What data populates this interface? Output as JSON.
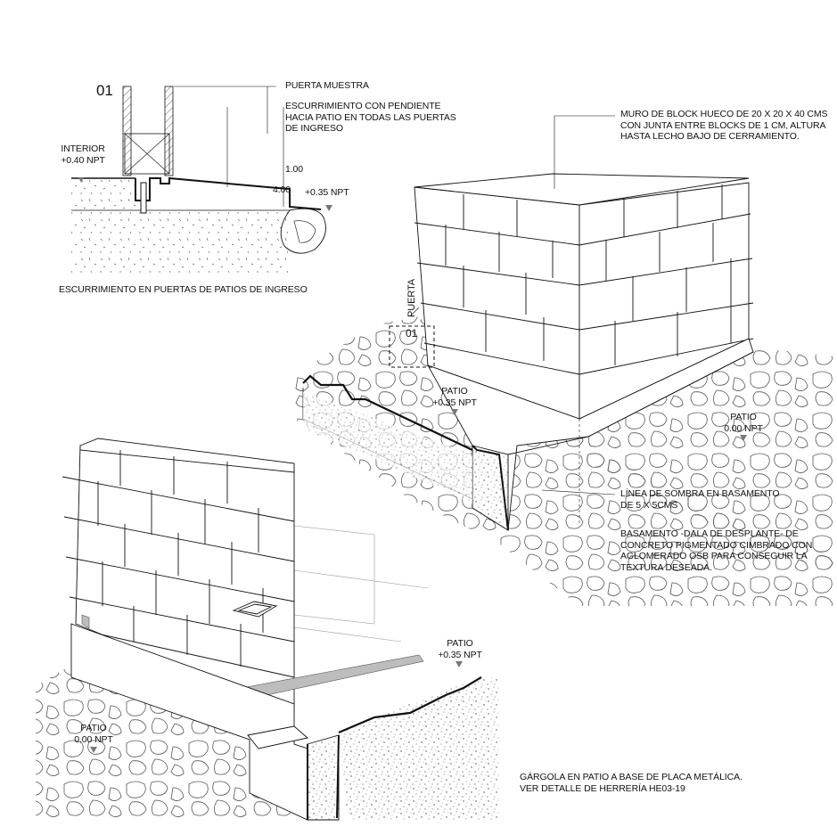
{
  "detail_01": {
    "number": "01",
    "door_label": "PUERTA MUESTRA",
    "slope_note": "ESCURRIMIENTO CON PENDIENTE\nHACIA PATIO EN TODAS LAS PUERTAS\nDE INGRESO",
    "interior_label": "INTERIOR",
    "interior_level": "+0.40 NPT",
    "patio_level": "+0.35 NPT",
    "dim_1": "1.00",
    "dim_2": "4.00",
    "caption": "ESCURRIMIENTO EN PUERTAS DE PATIOS DE INGRESO"
  },
  "iso_top": {
    "wall_note": "MURO DE BLOCK HUECO DE 20 X 20 X 40 CMS\nCON JUNTA ENTRE BLOCKS DE 1 CM, ALTURA\nHASTA LECHO BAJO DE CERRAMIENTO.",
    "door_text": "PUERTA",
    "detail_ref": "01",
    "patio_high_name": "PATIO",
    "patio_high_level": "+0.35 NPT",
    "patio_low_name": "PATIO",
    "patio_low_level": "0.00 NPT",
    "shadow_note": "LÍNEA DE SOMBRA EN BASAMENTO\nDE 5 X 5CMS",
    "base_note": "BASAMENTO -DALA DE DESPLANTE- DE\nCONCRETO PIGMENTADO CIMBRADO CON\nAGLOMERADO OSB PARA CONSEGUIR LA\nTEXTURA DESEADA."
  },
  "iso_bottom": {
    "patio_high_name": "PATIO",
    "patio_high_level": "+0.35 NPT",
    "patio_low_name": "PATIO",
    "patio_low_level": "0.00 NPT",
    "gargola_note": "GÁRGOLA EN PATIO A BASE DE PLACA METÁLICA.\nVER DETALLE DE HERRERÍA HE03-19"
  },
  "colors": {
    "ink": "#111111",
    "soil": "#9a9a9a",
    "plate": "#bdbdbd"
  }
}
